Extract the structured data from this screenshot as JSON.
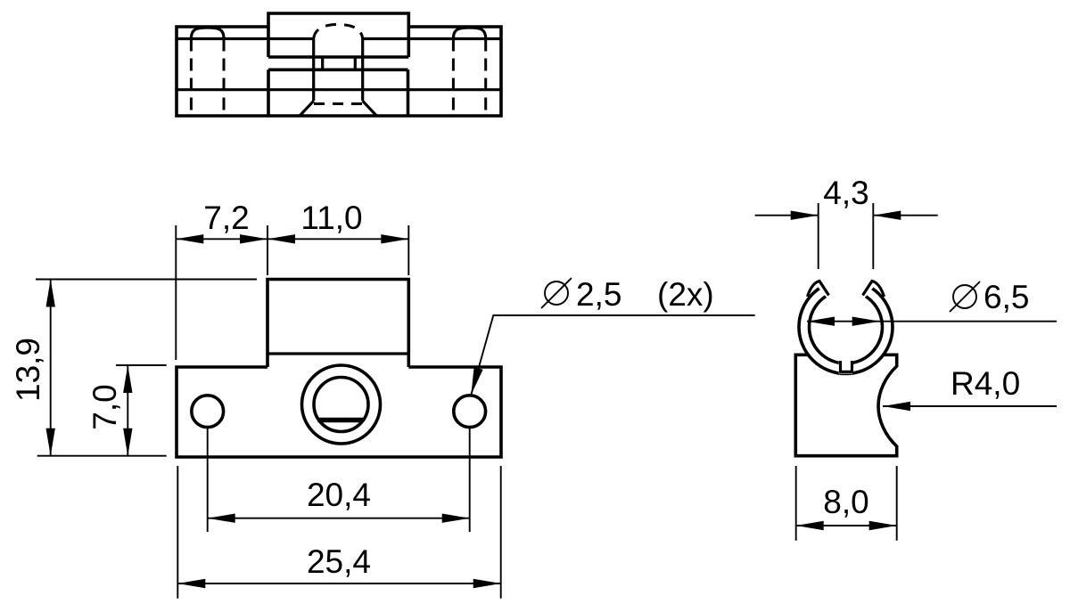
{
  "drawing": {
    "type": "technical-drawing",
    "views": [
      "top-view",
      "front-view",
      "side-view"
    ]
  },
  "dimensions": {
    "front": {
      "step_width": "7,2",
      "boss_width": "11,0",
      "total_height": "13,9",
      "base_height": "7,0",
      "hole_spacing": "20,4",
      "total_width": "25,4",
      "hole_diameter": "2,5",
      "hole_count": "(2x)"
    },
    "side": {
      "opening_width": "4,3",
      "bore_diameter": "6,5",
      "groove_radius": "R4,0",
      "base_width": "8,0"
    }
  },
  "icons": {
    "diameter_symbol": "diameter-icon"
  },
  "colors": {
    "line": "#000000",
    "background": "#ffffff"
  }
}
